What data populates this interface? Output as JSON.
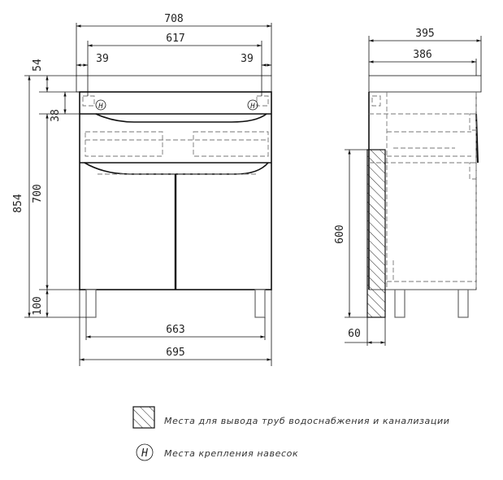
{
  "front_view": {
    "dim_overall_top": "708",
    "dim_inner_top": "617",
    "dim_offset_left": "39",
    "dim_offset_right": "39",
    "dim_top_thickness": "54",
    "dim_drawer_gap": "38",
    "dim_body_height": "700",
    "dim_total_height": "854",
    "dim_leg_height": "100",
    "dim_inner_bottom": "663",
    "dim_overall_bottom": "695",
    "mount_marker_left": "H",
    "mount_marker_right": "H"
  },
  "side_view": {
    "dim_depth_top": "395",
    "dim_depth_body": "386",
    "dim_pipe_zone_height": "600",
    "dim_pipe_zone_width": "60"
  },
  "legend": {
    "pipe_outlet_text": "Места для вывода труб водоснабжения и канализации",
    "mount_marker_symbol": "H",
    "mount_text": "Места крепления навесок"
  }
}
